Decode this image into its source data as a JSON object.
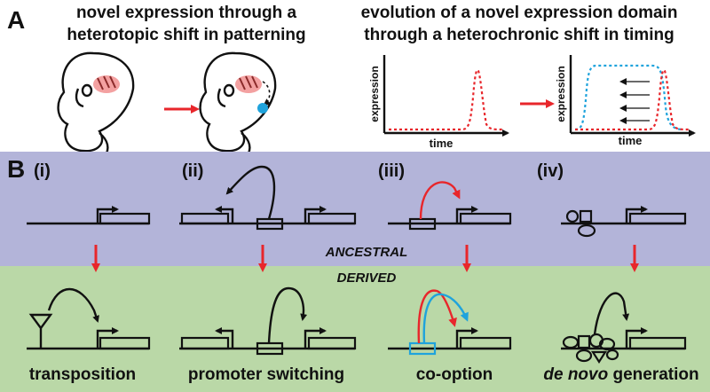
{
  "panel_a": {
    "letter": "A",
    "left_title_line1": "novel expression through a",
    "left_title_line2": "heterotopic shift in patterning",
    "right_title_line1": "evolution of a novel expression domain",
    "right_title_line2": "through a heterochronic shift in timing",
    "plot_ylabel": "expression",
    "plot_xlabel": "time"
  },
  "panel_b": {
    "letter": "B",
    "sub_labels": [
      "(i)",
      "(ii)",
      "(iii)",
      "(iv)"
    ],
    "ancestral_label": "ANCESTRAL",
    "derived_label": "DERIVED",
    "mechanisms": {
      "i": "transposition",
      "ii": "promoter switching",
      "iii": "co-option",
      "iv_italic": "de novo",
      "iv_rest": " generation"
    }
  },
  "colors": {
    "ancestral_bg": "#b3b4d9",
    "derived_bg": "#bad8a7",
    "red": "#e8262b",
    "blue": "#1fa3dc",
    "pink": "#f08a8a"
  }
}
